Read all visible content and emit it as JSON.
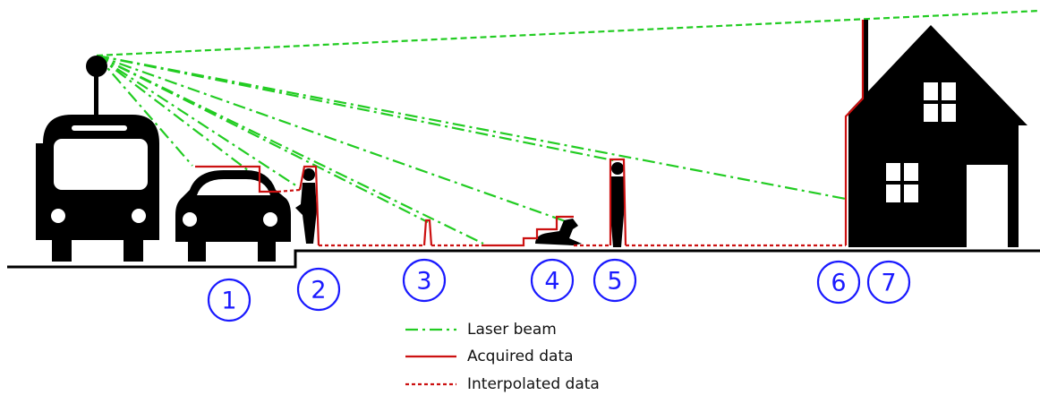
{
  "diagram": {
    "markers": [
      {
        "id": "1",
        "label": "1"
      },
      {
        "id": "2",
        "label": "2"
      },
      {
        "id": "3",
        "label": "3"
      },
      {
        "id": "4",
        "label": "4"
      },
      {
        "id": "5",
        "label": "5"
      },
      {
        "id": "6",
        "label": "6"
      },
      {
        "id": "7",
        "label": "7"
      }
    ],
    "legend": {
      "laser_beam": "Laser beam",
      "acquired_data": "Acquired data",
      "interpolated_data": "Interpolated data"
    },
    "colors": {
      "laser_beam": "#22cc22",
      "acquired_data": "#cc1111",
      "interpolated_data": "#cc1111",
      "marker": "#1a1aff",
      "silhouette": "#000000"
    }
  }
}
